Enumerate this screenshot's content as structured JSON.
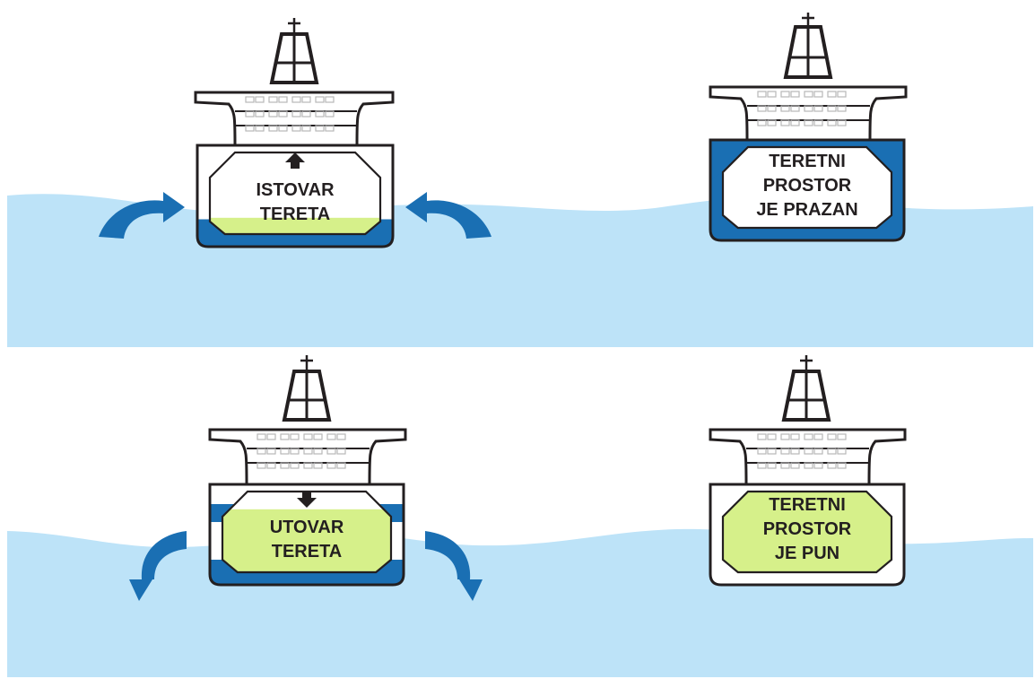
{
  "colors": {
    "water": "#bde3f8",
    "ballast": "#1a6fb3",
    "cargo": "#d6f08a",
    "outline": "#231f20",
    "window": "#b8b8b8",
    "arrow": "#1a6fb3",
    "background": "#ffffff"
  },
  "panels": [
    {
      "id": "top",
      "ships": [
        {
          "id": "unloading",
          "label_lines": [
            "ISTOVAR",
            "TERETA"
          ],
          "cargo_level": 0.2,
          "ballast_level": 0.27,
          "hold_arrow": "up",
          "water_flow": "in"
        },
        {
          "id": "empty",
          "label_lines": [
            "TERETNI",
            "PROSTOR",
            "JE PRAZAN"
          ],
          "cargo_level": 0,
          "ballast_level": 1,
          "hold_arrow": "none",
          "water_flow": "none"
        }
      ]
    },
    {
      "id": "bottom",
      "ships": [
        {
          "id": "loading",
          "label_lines": [
            "UTOVAR",
            "TERETA"
          ],
          "cargo_level": 0.78,
          "ballast_level": 0.25,
          "hold_arrow": "down",
          "water_flow": "out"
        },
        {
          "id": "full",
          "label_lines": [
            "TERETNI",
            "PROSTOR",
            "JE PUN"
          ],
          "cargo_level": 1,
          "ballast_level": 0,
          "hold_arrow": "none",
          "water_flow": "none"
        }
      ]
    }
  ]
}
